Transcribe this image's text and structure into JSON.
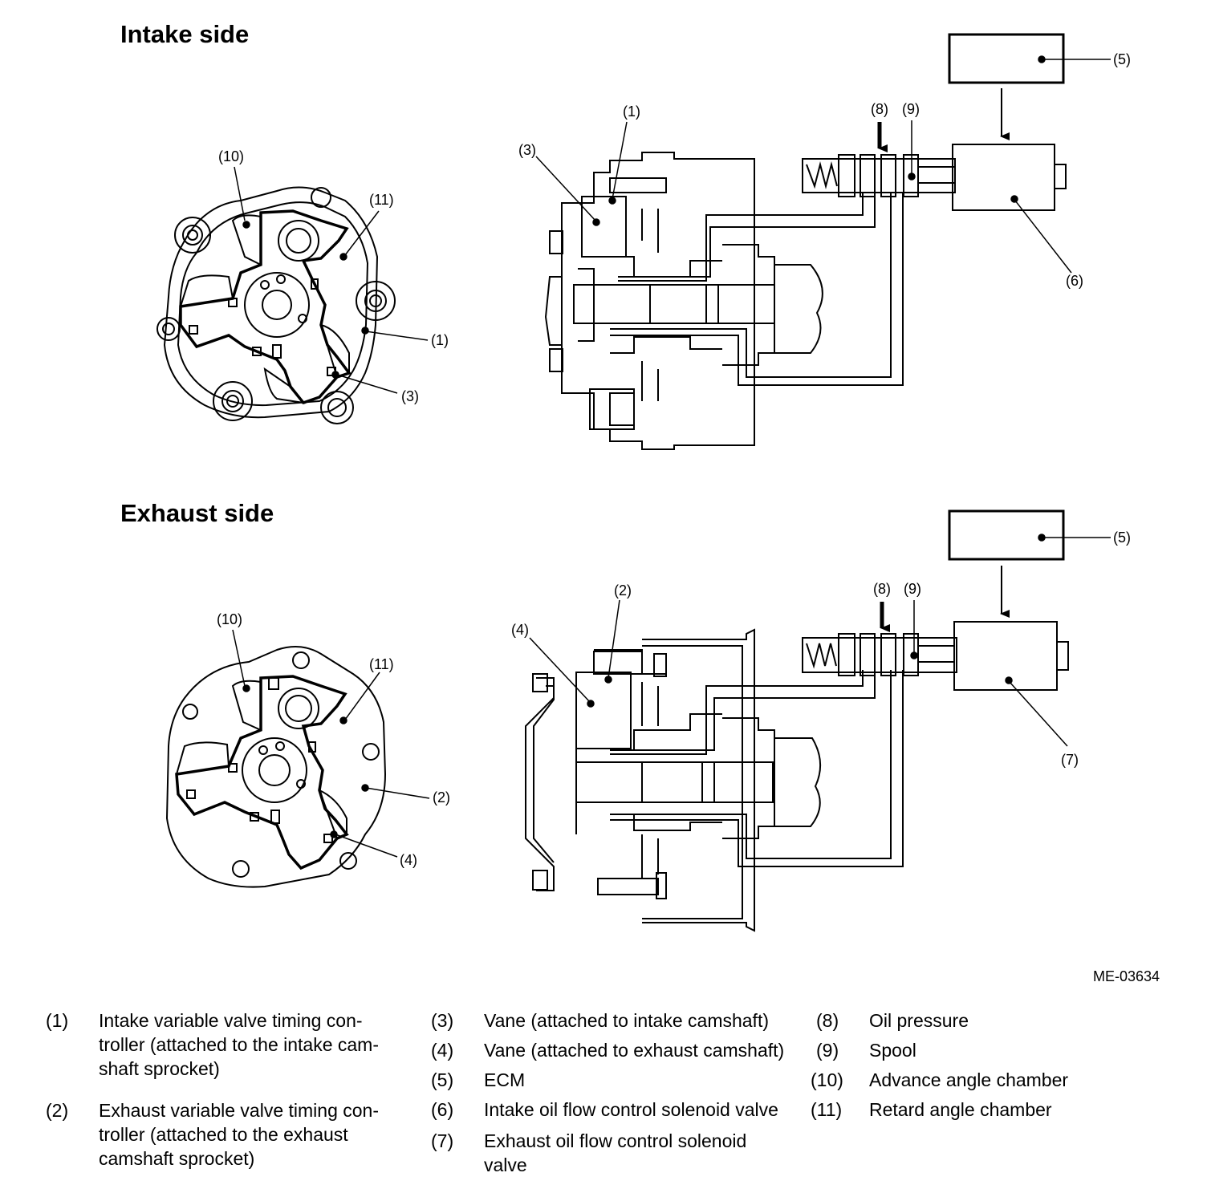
{
  "titles": {
    "intake": "Intake side",
    "exhaust": "Exhaust side"
  },
  "figure_id": "ME-03634",
  "callouts": {
    "c1": "(1)",
    "c2": "(2)",
    "c3": "(3)",
    "c4": "(4)",
    "c5": "(5)",
    "c6": "(6)",
    "c7": "(7)",
    "c8": "(8)",
    "c9": "(9)",
    "c10": "(10)",
    "c11": "(11)"
  },
  "legend": [
    {
      "num": "(1)",
      "lines": [
        "Intake variable valve timing con-",
        "troller (attached to the intake cam-",
        "shaft sprocket)"
      ]
    },
    {
      "num": "(2)",
      "lines": [
        "Exhaust variable valve timing con-",
        "troller (attached to the exhaust",
        "camshaft sprocket)"
      ]
    },
    {
      "num": "(3)",
      "lines": [
        "Vane (attached to intake camshaft)"
      ]
    },
    {
      "num": "(4)",
      "lines": [
        "Vane (attached to exhaust camshaft)"
      ]
    },
    {
      "num": "(5)",
      "lines": [
        "ECM"
      ]
    },
    {
      "num": "(6)",
      "lines": [
        "Intake oil flow control solenoid valve"
      ]
    },
    {
      "num": "(7)",
      "lines": [
        "Exhaust oil flow control solenoid",
        "valve"
      ]
    },
    {
      "num": "(8)",
      "lines": [
        "Oil pressure"
      ]
    },
    {
      "num": "(9)",
      "lines": [
        "Spool"
      ]
    },
    {
      "num": "(10)",
      "lines": [
        "Advance angle chamber"
      ]
    },
    {
      "num": "(11)",
      "lines": [
        "Retard angle chamber"
      ]
    }
  ]
}
